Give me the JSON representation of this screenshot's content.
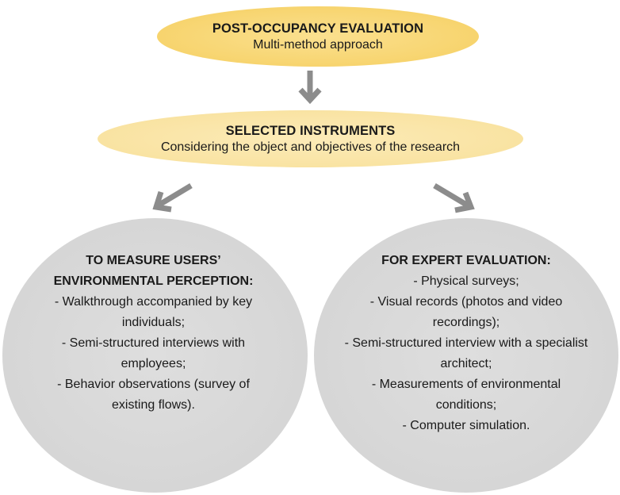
{
  "diagram": {
    "top_node": {
      "title": "POST-OCCUPANCY EVALUATION",
      "subtitle": "Multi-method approach"
    },
    "middle_node": {
      "title": "SELECTED INSTRUMENTS",
      "subtitle": "Considering the object and objectives of the research"
    },
    "left_node": {
      "title_line1": "TO MEASURE USERS’",
      "title_line2": "ENVIRONMENTAL PERCEPTION:",
      "lines": [
        "- Walkthrough accompanied by key",
        "individuals;",
        "- Semi-structured interviews with",
        "employees;",
        "- Behavior observations (survey of",
        "existing flows)."
      ]
    },
    "right_node": {
      "title": "FOR EXPERT EVALUATION:",
      "lines": [
        "- Physical surveys;",
        "- Visual records (photos and video",
        "recordings);",
        "- Semi-structured interview with a specialist",
        "architect;",
        "- Measurements of environmental",
        "conditions;",
        "- Computer simulation."
      ]
    },
    "colors": {
      "top_fill": "#f7d46e",
      "middle_fill": "#f9e3a2",
      "bottom_fill": "#d6d6d6",
      "arrow": "#8c8c8c"
    }
  }
}
